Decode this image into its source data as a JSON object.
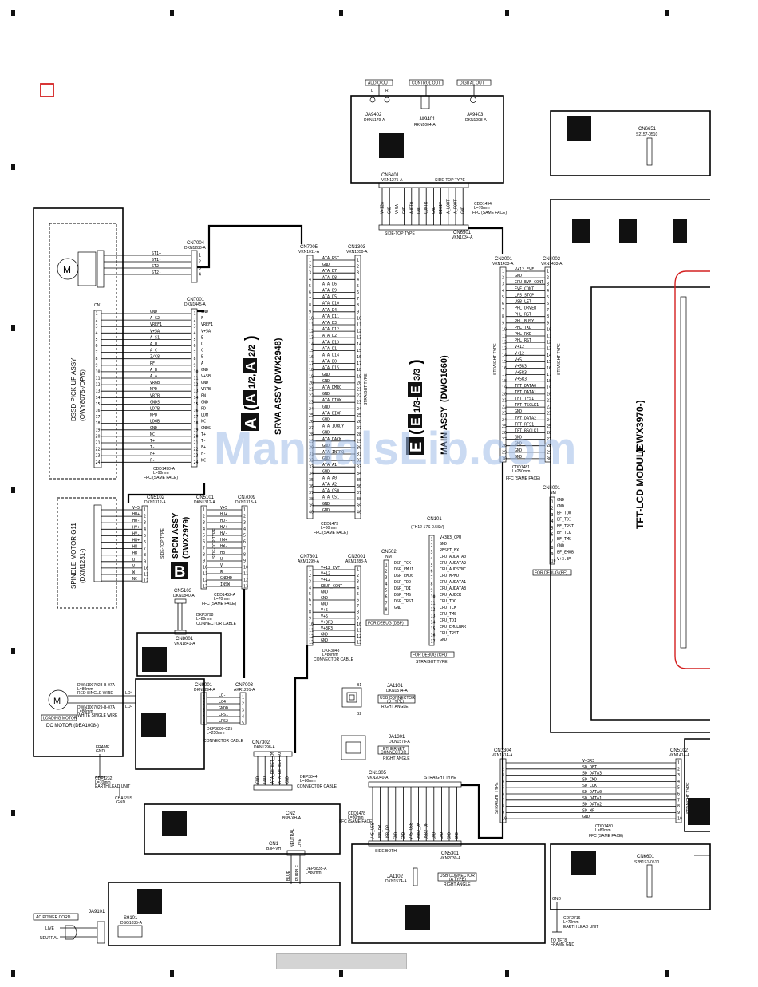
{
  "corner_label": "",
  "jacks": {
    "audio_out": "AUDIO OUT",
    "control_out": "CONTROL OUT",
    "digital_out": "DIGITAL OUT",
    "lr": [
      "L",
      "R"
    ],
    "j9402": "JA9402",
    "j9402_part": "DKN1179-A",
    "j9401": "JA9401",
    "j9401_part": "RKN1004-A",
    "j9403": "JA9403",
    "j9403_part": "DKN1098-A"
  },
  "cn6401": {
    "name": "CN6401",
    "part": "VKN1275-A",
    "side": "SIDE-TOP TYPE",
    "pins": [
      "V+12A",
      "GND",
      "V+5A",
      "GND",
      "AUDIO",
      "GND",
      "CONTR",
      "GND",
      "DIGIT",
      "A_LOUT",
      "A_ROUT",
      "GND"
    ]
  },
  "cn6501": {
    "name": "CN6501",
    "part": "VKN1034-A",
    "side": "SIDE-TOP TYPE",
    "ffc": "CDD1494",
    "ffc_len": "L=70mm",
    "ffc_face": "FFC (SAME FACE)"
  },
  "cn6651": {
    "name": "CN6651",
    "part": "S2157-0510"
  },
  "cn7004": {
    "name": "CN7004",
    "part": "DKN1288-A",
    "pins": [
      "ST1+",
      "ST1-",
      "ST2+",
      "ST2-"
    ]
  },
  "cn7001": {
    "name": "CN7001",
    "part": "DKN1445-A",
    "pins": [
      "GND",
      "F",
      "VREF1",
      "V+5A",
      "E",
      "D",
      "C",
      "B",
      "A",
      "GND",
      "V+5B",
      "GND",
      "VR7B",
      "EN",
      "GND",
      "PD",
      "LDM",
      "NC",
      "GNDS",
      "T+",
      "T-",
      "F+",
      "F-",
      "NC"
    ]
  },
  "cn1": {
    "name": "CN1",
    "pins": [
      "GND",
      "A_S2",
      "VREF1",
      "V+5A",
      "A_S1",
      "A_D",
      "A_C",
      "Z/C8",
      "RF",
      "A_B",
      "A_A",
      "VR6B",
      "NPD",
      "VR7B",
      "GNDS",
      "LD7B",
      "NPD",
      "LD6B",
      "GND",
      "NC",
      "T+",
      "T-",
      "F+",
      "F-"
    ]
  },
  "pickup": {
    "line1": "DSSD PICK UP ASSY",
    "line2": "(OWY8075-/DP/5)"
  },
  "ffc_cn1": {
    "part": "CDD1490-A",
    "len": "L=90mm",
    "face": "FFC (SAME FACE)"
  },
  "motor_spindle": {
    "line1": "SPINDLE MOTOR G11",
    "line2": "(DXM1231-)"
  },
  "cn5102": {
    "name": "CN5102",
    "part": "DKN1312-A",
    "side": "SIDE-TOP TYPE",
    "pins": [
      "V+5",
      "HU+",
      "HU-",
      "HV+",
      "HV-",
      "HW+",
      "HW-",
      "HB",
      "U",
      "V",
      "W",
      "NC"
    ]
  },
  "cn5101": {
    "name": "CN5101",
    "part": "DKN1312-A",
    "side": "SIDE-TOP TYPE",
    "pins": [
      "V+5",
      "HU+",
      "HU-",
      "HV+",
      "HV-",
      "HW+",
      "HW-",
      "HB",
      "U",
      "V",
      "W",
      "GNDHD",
      "INSW"
    ]
  },
  "cn7009": {
    "name": "CN7009",
    "part": "DKN1313-A",
    "pins": [
      "V+5",
      "HU+",
      "HU-",
      "HV+",
      "HV-",
      "HW+",
      "HW-",
      "HB",
      "U",
      "V",
      "W",
      "GNDHD",
      "INSW"
    ]
  },
  "assy_b": {
    "letter": "B",
    "name": "SPCN ASSY",
    "code": "(DWX2979)"
  },
  "assy_a": {
    "letter": "A",
    "mark": "A",
    "frac1": "1/2,",
    "mark2": "A",
    "frac2": "2/2",
    "name": "SRVA ASSY",
    "code": "(DWX2948)"
  },
  "assy_e": {
    "letter": "E",
    "mark": "E",
    "frac1": "1/3-",
    "mark2": "E",
    "frac2": "3/3",
    "name": "MAIN ASSY",
    "code": "(DWG1660)"
  },
  "ffc_5102": {
    "part": "CDD1452-A",
    "len": "L=70mm",
    "face": "FFC (SAME FACE)"
  },
  "cn5103": {
    "name": "CN5103",
    "part": "DKN1840-A"
  },
  "cable_5103": {
    "part": "DKP3798",
    "len": "L=80mm",
    "label": "CONNECTOR CABLE"
  },
  "cn8001": {
    "name": "CN8001",
    "part": "VKN1841-A"
  },
  "motor_dc": {
    "wires1": "DWN1007028-B-07A",
    "wires2": "L=80mm",
    "red": "RED SINGLE WIRE",
    "wires3": "DWN1007029-B-07A",
    "wires4": "L=80mm",
    "white": "WHITE SINGLE WIRE",
    "label1": "LOADING MOTOR",
    "label2": "DC MOTOR (DEA1008-)",
    "lo4": "LO4",
    "lo": "LO-"
  },
  "cn9001": {
    "name": "CN9001",
    "part": "DKN1294-A",
    "pins": [
      "LO-",
      "LO4",
      "GNDD",
      "LPS1",
      "LPS2"
    ]
  },
  "cn7003": {
    "name": "CN7003",
    "part": "AKR1291-A",
    "pins": [
      "LO-",
      "LO4",
      "GNDD",
      "LPS1",
      "LPS2"
    ]
  },
  "cable_9001": {
    "part": "DKP3800-C25",
    "len": "L=250mm",
    "label": "CONNECTOR CABLE"
  },
  "frame_gnd": {
    "line1": "FRAME",
    "line2": "GND",
    "part": "CDF1232",
    "len": "L=70mm",
    "label": "EARTH LEAD UNIT",
    "chassis": "CHASSIS",
    "chassis2": "GND"
  },
  "cn7005": {
    "name": "CN7005",
    "part": "VKN1011-A"
  },
  "cn1303": {
    "name": "CN1303",
    "part": "VKN1050-A",
    "pins": [
      "ATA_RST",
      "GND",
      "ATA_D7",
      "ATA_D8",
      "ATA_D6",
      "ATA_D9",
      "ATA_D5",
      "ATA_D10",
      "ATA_D4",
      "ATA_D11",
      "ATA_D3",
      "ATA_D12",
      "ATA_D2",
      "ATA_D13",
      "ATA_D1",
      "ATA_D14",
      "ATA_D0",
      "ATA_D15",
      "GND",
      "GND",
      "ATA_DMRQ",
      "GND",
      "ATA_DIOW",
      "GND",
      "ATA_DIOR",
      "GND",
      "ATA_IORDY",
      "GND",
      "ATA_DACK",
      "GND",
      "ATA_INTRQ",
      "GND",
      "ATA_A1",
      "GND",
      "ATA_A0",
      "ATA_A2",
      "ATA_CS0",
      "ATA_CS1",
      "GND",
      "GND"
    ],
    "straight": "STRAIGHT TYPE"
  },
  "ffc_1303": {
    "part": "CDD1479",
    "len": "L=80mm",
    "face": "FFC (SAME FACE)"
  },
  "cn7301": {
    "name": "CN7301",
    "part": "AKM1299-A"
  },
  "cn3001": {
    "name": "CN3001",
    "part": "AKM1283-A",
    "pins": [
      "V+12_EVF",
      "V+12",
      "V+12",
      "KEUP_CONT",
      "GND",
      "GND",
      "GND",
      "V+5",
      "V+5",
      "V+3R3",
      "V+3R3",
      "GND",
      "GND"
    ]
  },
  "cable_7301": {
    "part": "DKP3848",
    "len": "L=80mm",
    "label": "CONNECTOR CABLE"
  },
  "cn502": {
    "name": "CN502",
    "part": "NM",
    "pins": [
      "DSP_TCK",
      "DSP_EMU1",
      "DSP_EMU0",
      "DSP_TDO",
      "DSP_TDI",
      "DSP_TMS",
      "DSP_TRST",
      "GND"
    ],
    "debug": "FOR DEBUG (DSP)"
  },
  "cn101": {
    "name": "CN101",
    "part": "(FH12-17S-0.5SV)",
    "pins": [
      "V+3R3_CPU",
      "GND",
      "RESET_BX",
      "CPU_AUDATA0",
      "CPU_AUDATA2",
      "CPU_AUDSYNC",
      "CPU_MPMD",
      "CPU_AUDATA1",
      "CPU_AUDATA3",
      "CPU_AUDCK",
      "CPU_TDO",
      "CPU_TCK",
      "CPU_TMS",
      "CPU_TDI",
      "CPU_EMULBRK",
      "CPU_TRST",
      "GND"
    ],
    "debug": "FOR DEBUG (CPU)",
    "straight": "STRAIGHT TYPE"
  },
  "ja1101": {
    "name": "JA1101",
    "part": "DKN1574-A",
    "usb": "USB CONNECTOR",
    "type": "(B TYPE)",
    "angle": "RIGHT ANGLE",
    "lbl_top": "B1",
    "lbl_bot": "B2"
  },
  "ja1301": {
    "name": "JA1301",
    "part": "DKN1578-A",
    "eth": "ETHERNET",
    "eth2": "CONNECTOR",
    "angle": "RIGHT ANGLE"
  },
  "cn7302": {
    "name": "CN7302",
    "part": "DKN1298-A",
    "pins": [
      "GND",
      "GND",
      "ATA_DETECT_CM",
      "ATA_DETECT_SO",
      "GND"
    ]
  },
  "cable_7302": {
    "part": "DEP3844",
    "len": "L=80mm",
    "label": "CONNECTOR CABLE"
  },
  "cn1305": {
    "name": "CN1305",
    "part": "VKN2040-A",
    "straight": "STRAIGHT TYPE",
    "pins": [
      "V+5_USB",
      "USB_DM",
      "USB_DP",
      "GND",
      "GND",
      "V+5_USB",
      "USB2_DM",
      "USB2_DP",
      "GND",
      "GND",
      "GND",
      "GND"
    ]
  },
  "ffc_1305": {
    "part": "CDD1478",
    "len": "L=80mm",
    "face": "FFC (SAME FACE)"
  },
  "cn5301": {
    "name": "CN5301",
    "part": "VKN2030-A",
    "side": "SIDE BOTH"
  },
  "ja1102": {
    "name": "JA1102",
    "part": "DKN1574-A",
    "usb": "USB CONNECTOR",
    "type": "(A TYPE)",
    "angle": "RIGHT ANGLE"
  },
  "cn2": {
    "name": "CN2",
    "part": "B5B-XH-A"
  },
  "cn1b": {
    "name": "CN1",
    "part": "B3P-VH"
  },
  "power": {
    "blue": "BLUE",
    "purple": "PURPLE",
    "cable": "DEP3835-A",
    "len": "L=80mm",
    "neutral": "NEUTRAL",
    "live": "LIVE",
    "ja9101": "JA9101",
    "cord": "AC POWER CORD",
    "live_lbl": "LIVE",
    "neutral_lbl": "NEUTRAL",
    "s9101": "S9101",
    "s9101_part": "DSG1035-A"
  },
  "cn2001": {
    "name": "CN2001",
    "part": "VKN1433-A",
    "pins": [
      "V+12_EVF",
      "GND",
      "CPU_EVF_CONT",
      "EVF_CONT",
      "LPS_STOP",
      "USB_LET",
      "PHL_DRVEB",
      "PHL_RST",
      "PHL_BUSY",
      "PHL_TXD",
      "PHL_RXD",
      "PHL_RST",
      "V+12",
      "V+12",
      "V+5",
      "V+5R3",
      "V+5R3",
      "V+5R3",
      "TFT_DATA0",
      "TFT_DATA1",
      "TFT_TFS1",
      "TFT_TSCLK1",
      "GND",
      "TFT_DATA2",
      "TFT_RFS1",
      "TFT_RSCLK1",
      "GND",
      "GND",
      "GND",
      "GND"
    ],
    "straight": "STRAIGHT TYPE"
  },
  "cn4002": {
    "name": "CN4002",
    "part": "VKN1433-A",
    "straight": "STRAIGHT TYPE"
  },
  "ffc_2001": {
    "part": "CDD1481",
    "len": "L=250mm",
    "face": "FFC (SAME FACE)"
  },
  "cn4001": {
    "name": "CN4001",
    "part": "NM",
    "pins": [
      "GND",
      "GND",
      "BF_TDO",
      "BF_TDI",
      "BF_TRST",
      "BF_TCK",
      "BF_TMS",
      "GND",
      "BF_EMUB",
      "V+3.3V"
    ],
    "debug": "FOR DEBUG (BF)"
  },
  "tft": {
    "name": "TFT-LCD MODULE",
    "code": "(CWX3970-)"
  },
  "cn1304": {
    "name": "CN1304",
    "part": "VKN1414-A",
    "straight": "STRAIGHT TYPE"
  },
  "cn5102b": {
    "name": "CN5102",
    "part": "VKN1414-A",
    "straight": "STRAIGHT TYPE"
  },
  "sd_bus": {
    "pins": [
      "V+3R3",
      "SD_DET",
      "SD_DATA3",
      "SD_CMD",
      "SD_CLK",
      "SD_DATA0",
      "SD_DATA1",
      "SD_DATA2",
      "SD_WP",
      "GND"
    ],
    "ffc": "CDD1480",
    "len": "L=80mm",
    "face": "FFC (SAME FACE)"
  },
  "cn6601": {
    "name": "CN6601",
    "part": "S2B1S1-0510"
  },
  "gnd_right": {
    "gnd": "GND",
    "part": "CDF2716",
    "len": "L=70mm",
    "label": "EARTH LEAD UNIT",
    "frame": "TO TFT8",
    "frame2": "FRAME GND"
  },
  "watermark": "ManualsLib.com"
}
